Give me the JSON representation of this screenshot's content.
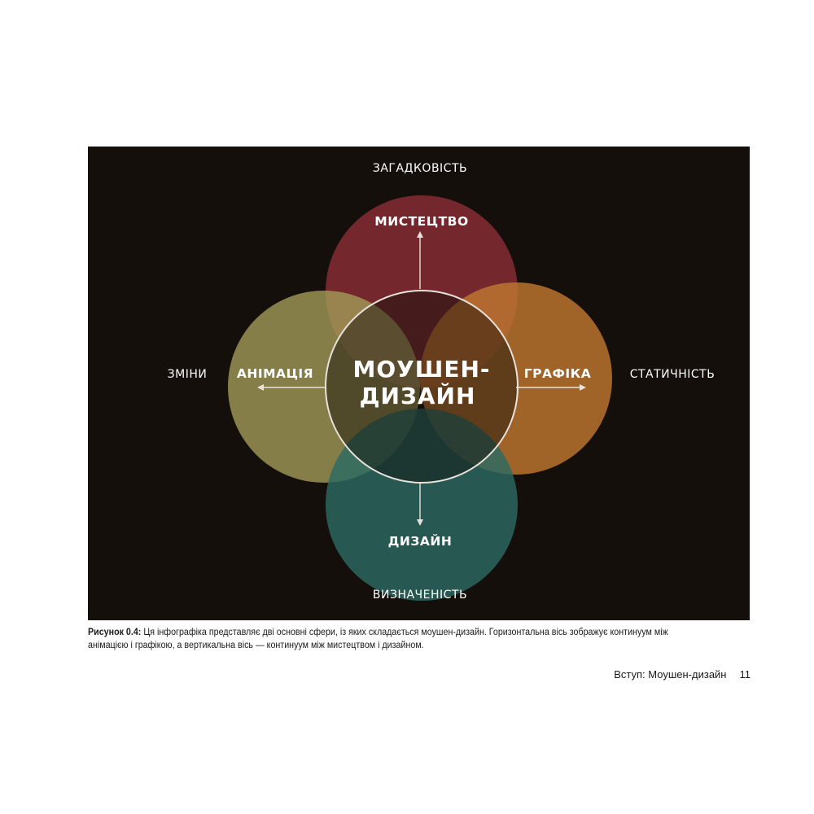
{
  "diagram": {
    "center": [
      "МОУШЕН-",
      "ДИЗАЙН"
    ],
    "circles": {
      "top": {
        "label": "МИСТЕЦТВО",
        "color": "#8a2e35"
      },
      "left": {
        "label": "АНІМАЦІЯ",
        "color": "#a39a58"
      },
      "right": {
        "label": "ГРАФІКА",
        "color": "#c0772f"
      },
      "bottom": {
        "label": "ДИЗАЙН",
        "color": "#2c6a62"
      }
    },
    "axes": {
      "top": "ЗАГАДКОВІСТЬ",
      "bottom": "ВИЗНАЧЕНІСТЬ",
      "left": "ЗМІНИ",
      "right": "СТАТИЧНІСТЬ"
    },
    "background": "#150f0b"
  },
  "caption": {
    "label": "Рисунок 0.4:",
    "text": " Ця інфографіка представляє дві основні сфери, із яких складається моушен-дизайн. Горизонтальна вісь зображує континуум між анімацією і графікою, а вертикальна вісь — континуум між мистецтвом і дизайном."
  },
  "footer": {
    "section": "Вступ: Моушен-дизайн",
    "page": "11"
  }
}
